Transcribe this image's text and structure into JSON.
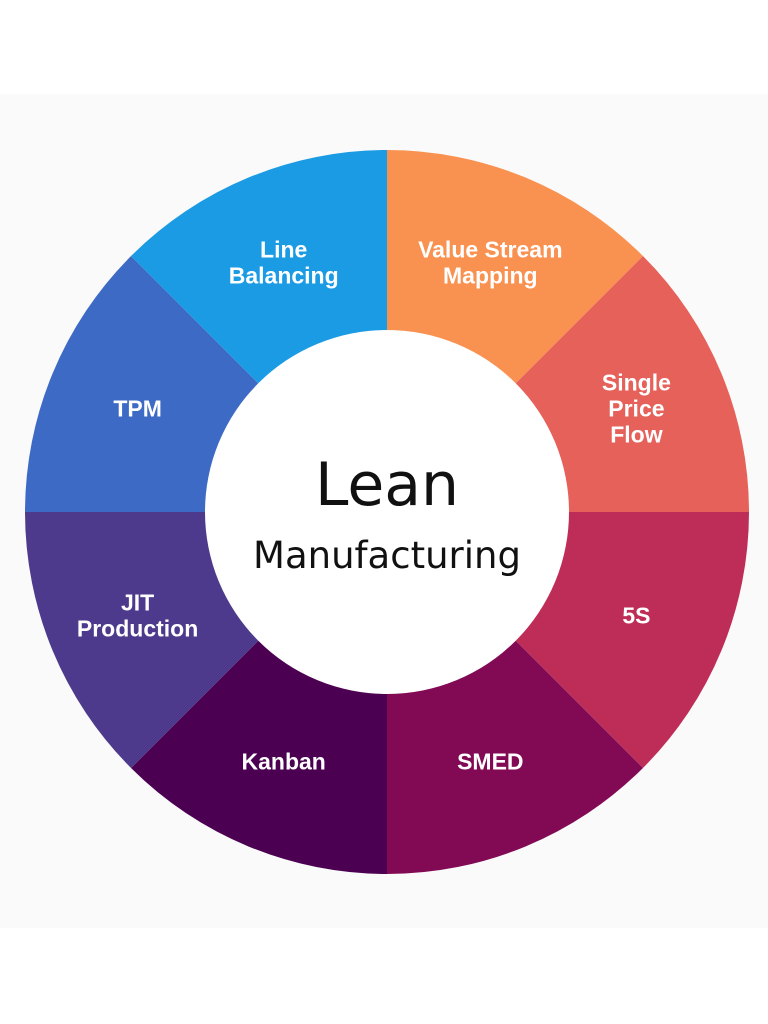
{
  "center": {
    "title": "Lean",
    "subtitle": "Manufacturing"
  },
  "segments": [
    {
      "id": "value-stream-mapping",
      "lines": [
        "Value Stream",
        "Mapping"
      ],
      "color": "#F99150"
    },
    {
      "id": "single-price-flow",
      "lines": [
        "Single",
        "Price",
        "Flow"
      ],
      "color": "#E5615A"
    },
    {
      "id": "5s",
      "lines": [
        "5S"
      ],
      "color": "#BE2D58"
    },
    {
      "id": "smed",
      "lines": [
        "SMED"
      ],
      "color": "#820A55"
    },
    {
      "id": "kanban",
      "lines": [
        "Kanban"
      ],
      "color": "#4B0052"
    },
    {
      "id": "jit-production",
      "lines": [
        "JIT",
        "Production"
      ],
      "color": "#4E3A8D"
    },
    {
      "id": "tpm",
      "lines": [
        "TPM"
      ],
      "color": "#3D6AC4"
    },
    {
      "id": "line-balancing",
      "lines": [
        "Line",
        "Balancing"
      ],
      "color": "#1B9BE3"
    }
  ]
}
